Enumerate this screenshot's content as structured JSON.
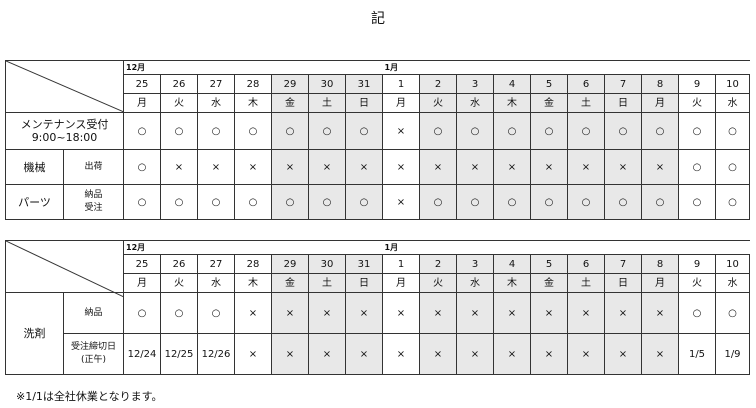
{
  "title": "記",
  "months": {
    "dec": "12月",
    "jan": "1月"
  },
  "days": [
    "25",
    "26",
    "27",
    "28",
    "29",
    "30",
    "31",
    "1",
    "2",
    "3",
    "4",
    "5",
    "6",
    "7",
    "8",
    "9",
    "10"
  ],
  "weekdays": [
    "月",
    "火",
    "水",
    "木",
    "金",
    "土",
    "日",
    "月",
    "火",
    "水",
    "木",
    "金",
    "土",
    "日",
    "月",
    "火",
    "水"
  ],
  "gray_cols": [
    4,
    5,
    6,
    8,
    9,
    10,
    11,
    12,
    13,
    14
  ],
  "table1": {
    "rows": [
      {
        "label": "メンテナンス受付",
        "label2": "9:00~18:00",
        "cells": [
          "○",
          "○",
          "○",
          "○",
          "○",
          "○",
          "○",
          "×",
          "○",
          "○",
          "○",
          "○",
          "○",
          "○",
          "○",
          "○",
          "○"
        ]
      },
      {
        "group": "機械",
        "sub": "出荷",
        "cells": [
          "○",
          "×",
          "×",
          "×",
          "×",
          "×",
          "×",
          "×",
          "×",
          "×",
          "×",
          "×",
          "×",
          "×",
          "×",
          "○",
          "○"
        ]
      },
      {
        "group": "パーツ",
        "sub": "納品",
        "sub2": "受注",
        "cells": [
          "○",
          "○",
          "○",
          "○",
          "○",
          "○",
          "○",
          "×",
          "○",
          "○",
          "○",
          "○",
          "○",
          "○",
          "○",
          "○",
          "○"
        ]
      }
    ]
  },
  "table2": {
    "group": "洗剤",
    "rows": [
      {
        "sub": "納品",
        "cells": [
          "○",
          "○",
          "○",
          "×",
          "×",
          "×",
          "×",
          "×",
          "×",
          "×",
          "×",
          "×",
          "×",
          "×",
          "×",
          "○",
          "○"
        ]
      },
      {
        "sub": "受注締切日",
        "sub2": "(正午)",
        "cells": [
          "12/24",
          "12/25",
          "12/26",
          "×",
          "×",
          "×",
          "×",
          "×",
          "×",
          "×",
          "×",
          "×",
          "×",
          "×",
          "×",
          "1/5",
          "1/9"
        ]
      }
    ]
  },
  "note": "※1/1は全社休業となります。"
}
